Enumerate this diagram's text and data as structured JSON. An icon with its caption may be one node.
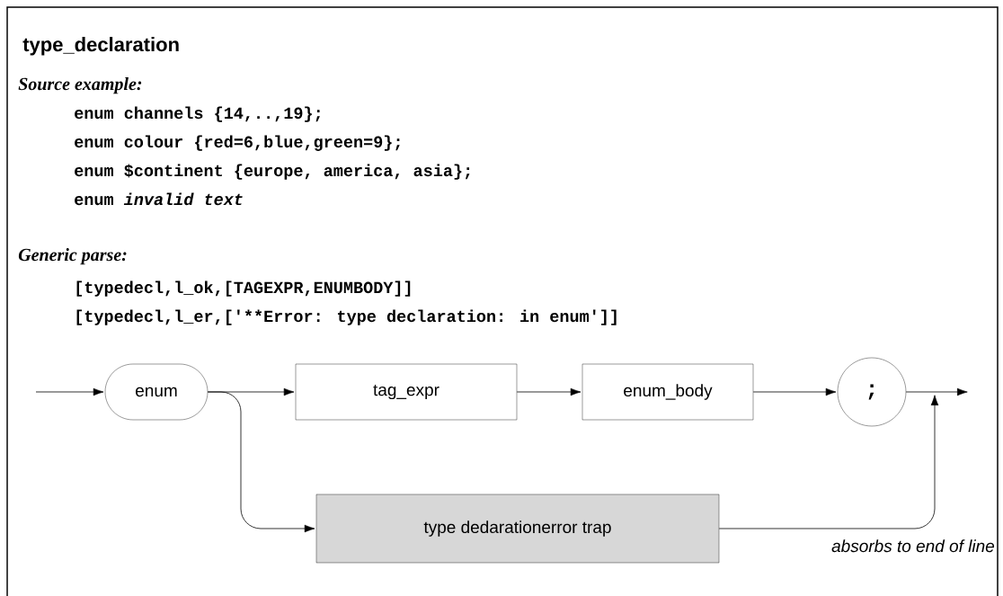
{
  "diagram": {
    "title": "type_declaration",
    "nodes": [
      {
        "text": [
          "enum"
        ]
      },
      {
        "text": [
          "tag_expr"
        ]
      },
      {
        "text": [
          "enum_body"
        ]
      },
      {
        "text": [
          ";"
        ]
      },
      {
        "text": [
          "type dedarationerror trap"
        ]
      }
    ],
    "edges": [
      {
        "from": null,
        "to": 0,
        "arrow": "to"
      },
      {
        "from": 0,
        "to": 1,
        "arrow": "to"
      },
      {
        "from": 1,
        "to": 2,
        "arrow": "to"
      },
      {
        "from": 2,
        "to": 3,
        "arrow": "to"
      },
      {
        "from": 3,
        "to": null,
        "arrow": "to"
      },
      {
        "from": 0,
        "to": 4,
        "arrow": "to"
      },
      {
        "from": 4,
        "to": null,
        "arrow": "to",
        "label": "absorbs to end of  line"
      }
    ],
    "labels": [
      "Source example:",
      "enum channels {14,..,19};",
      "enum colour {red=6,blue,green=9};",
      "enum $continent {europe, america, asia};",
      "enum *invalid text*",
      "Generic parse:",
      "[typedecl,l_ok,[TAGEXPR,ENUMBODY]]",
      "[typedecl,l_er,['**Error: type declaration: in enum']]"
    ]
  }
}
